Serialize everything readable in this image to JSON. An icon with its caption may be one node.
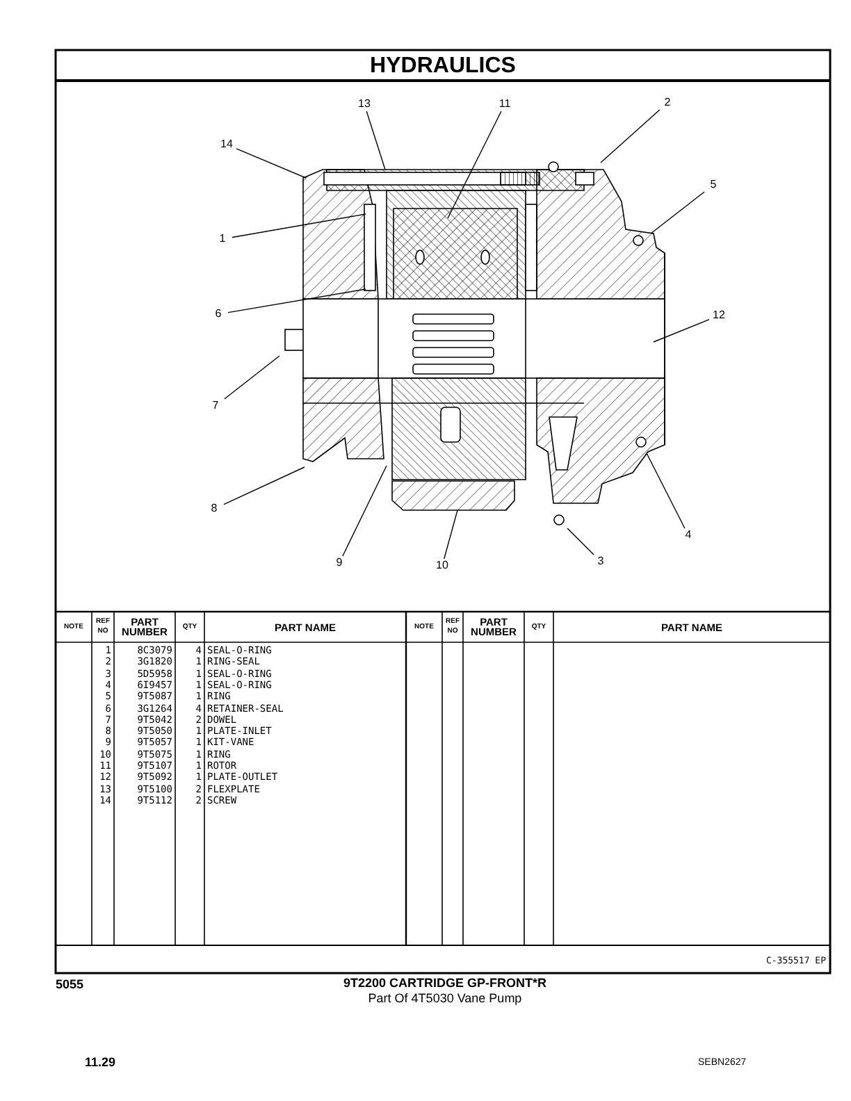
{
  "diagram": {
    "title": "HYDRAULICS",
    "nodes": [
      {
        "text": [
          "13"
        ]
      },
      {
        "text": [
          "11"
        ]
      },
      {
        "text": [
          "2"
        ]
      },
      {
        "text": [
          "14"
        ]
      },
      {
        "text": [
          "5"
        ]
      },
      {
        "text": [
          "1"
        ]
      },
      {
        "text": [
          "6"
        ]
      },
      {
        "text": [
          "12"
        ]
      },
      {
        "text": [
          "7"
        ]
      },
      {
        "text": [
          "8"
        ]
      },
      {
        "text": [
          "4"
        ]
      },
      {
        "text": [
          "9"
        ]
      },
      {
        "text": [
          "10"
        ]
      },
      {
        "text": [
          "3"
        ]
      },
      {
        "text": [],
        "shape": "picture"
      }
    ],
    "edges": [
      {
        "from": 0,
        "to": 14,
        "arrow": "none"
      },
      {
        "from": 1,
        "to": 14,
        "arrow": "none"
      },
      {
        "from": 2,
        "to": 14,
        "arrow": "none"
      },
      {
        "from": 3,
        "to": 14,
        "arrow": "none"
      },
      {
        "from": 4,
        "to": 14,
        "arrow": "none"
      },
      {
        "from": 5,
        "to": 14,
        "arrow": "none"
      },
      {
        "from": 6,
        "to": 14,
        "arrow": "none"
      },
      {
        "from": 7,
        "to": 14,
        "arrow": "none"
      },
      {
        "from": 8,
        "to": 14,
        "arrow": "none"
      },
      {
        "from": 9,
        "to": 14,
        "arrow": "none"
      },
      {
        "from": 10,
        "to": 14,
        "arrow": "none"
      },
      {
        "from": 11,
        "to": 14,
        "arrow": "none"
      },
      {
        "from": 12,
        "to": 14,
        "arrow": "none"
      },
      {
        "from": 13,
        "to": 14,
        "arrow": "none"
      }
    ],
    "labels": [
      "NOTE",
      "REF NO",
      "PART NUMBER",
      "QTY",
      "PART NAME",
      "NOTE",
      "REF NO",
      "PART NUMBER",
      "QTY",
      "PART NAME",
      "1",
      "8C3079",
      "4",
      "SEAL-O-RING",
      "2",
      "3G1820",
      "1",
      "RING-SEAL",
      "3",
      "5D5958",
      "1",
      "SEAL-O-RING",
      "4",
      "6I9457",
      "1",
      "SEAL-O-RING",
      "5",
      "9T5087",
      "1",
      "RING",
      "6",
      "3G1264",
      "4",
      "RETAINER-SEAL",
      "7",
      "9T5042",
      "2",
      "DOWEL",
      "8",
      "9T5050",
      "1",
      "PLATE-INLET",
      "9",
      "9T5057",
      "1",
      "KIT-VANE",
      "10",
      "9T5075",
      "1",
      "RING",
      "11",
      "9T5107",
      "1",
      "ROTOR",
      "12",
      "9T5092",
      "1",
      "PLATE-OUTLET",
      "13",
      "9T5100",
      "2",
      "FLEXPLATE",
      "14",
      "9T5112",
      "2",
      "SCREW",
      "C-355517 EP",
      "5055",
      "9T2200 CARTRIDGE GP-FRONT*R",
      "Part Of 4T5030 Vane Pump",
      "11.29",
      "SEBN2627"
    ]
  }
}
